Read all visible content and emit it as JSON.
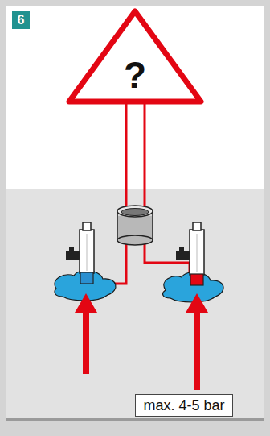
{
  "diagram": {
    "nodes": [
      {
        "text": [
          "6"
        ]
      },
      {
        "text": [
          "?"
        ]
      },
      {
        "text": [
          "max. 4-5 bar"
        ]
      }
    ]
  }
}
